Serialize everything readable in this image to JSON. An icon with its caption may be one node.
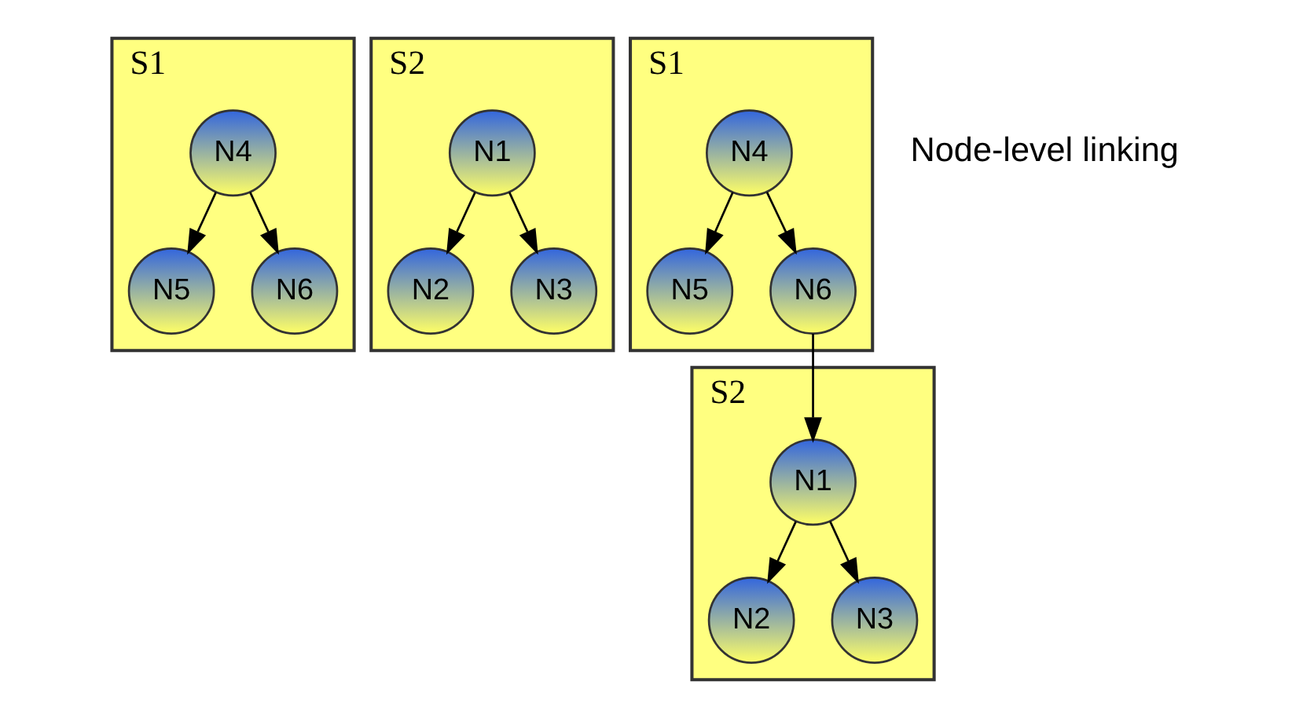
{
  "diagram": {
    "nodes": [
      {
        "text": [
          "S1"
        ]
      },
      {
        "text": [
          "N4"
        ],
        "in": 0
      },
      {
        "text": [
          "N5"
        ],
        "in": 0
      },
      {
        "text": [
          "N6"
        ],
        "in": 0
      },
      {
        "text": [
          "S2"
        ]
      },
      {
        "text": [
          "N1"
        ],
        "in": 4
      },
      {
        "text": [
          "N2"
        ],
        "in": 4
      },
      {
        "text": [
          "N3"
        ],
        "in": 4
      },
      {
        "text": [
          "S1"
        ]
      },
      {
        "text": [
          "N4"
        ],
        "in": 8
      },
      {
        "text": [
          "N5"
        ],
        "in": 8
      },
      {
        "text": [
          "N6"
        ],
        "in": 8
      },
      {
        "text": [
          "S2"
        ]
      },
      {
        "text": [
          "N1"
        ],
        "in": 12
      },
      {
        "text": [
          "N2"
        ],
        "in": 12
      },
      {
        "text": [
          "N3"
        ],
        "in": 12
      }
    ],
    "edges": [
      {
        "from": 1,
        "to": 2,
        "arrow": "to"
      },
      {
        "from": 1,
        "to": 3,
        "arrow": "to"
      },
      {
        "from": 5,
        "to": 6,
        "arrow": "to"
      },
      {
        "from": 5,
        "to": 7,
        "arrow": "to"
      },
      {
        "from": 9,
        "to": 10,
        "arrow": "to"
      },
      {
        "from": 9,
        "to": 11,
        "arrow": "to"
      },
      {
        "from": 11,
        "to": 13,
        "arrow": "to"
      },
      {
        "from": 13,
        "to": 14,
        "arrow": "to"
      },
      {
        "from": 13,
        "to": 15,
        "arrow": "to"
      }
    ],
    "labels": [
      "Node-level linking"
    ]
  }
}
